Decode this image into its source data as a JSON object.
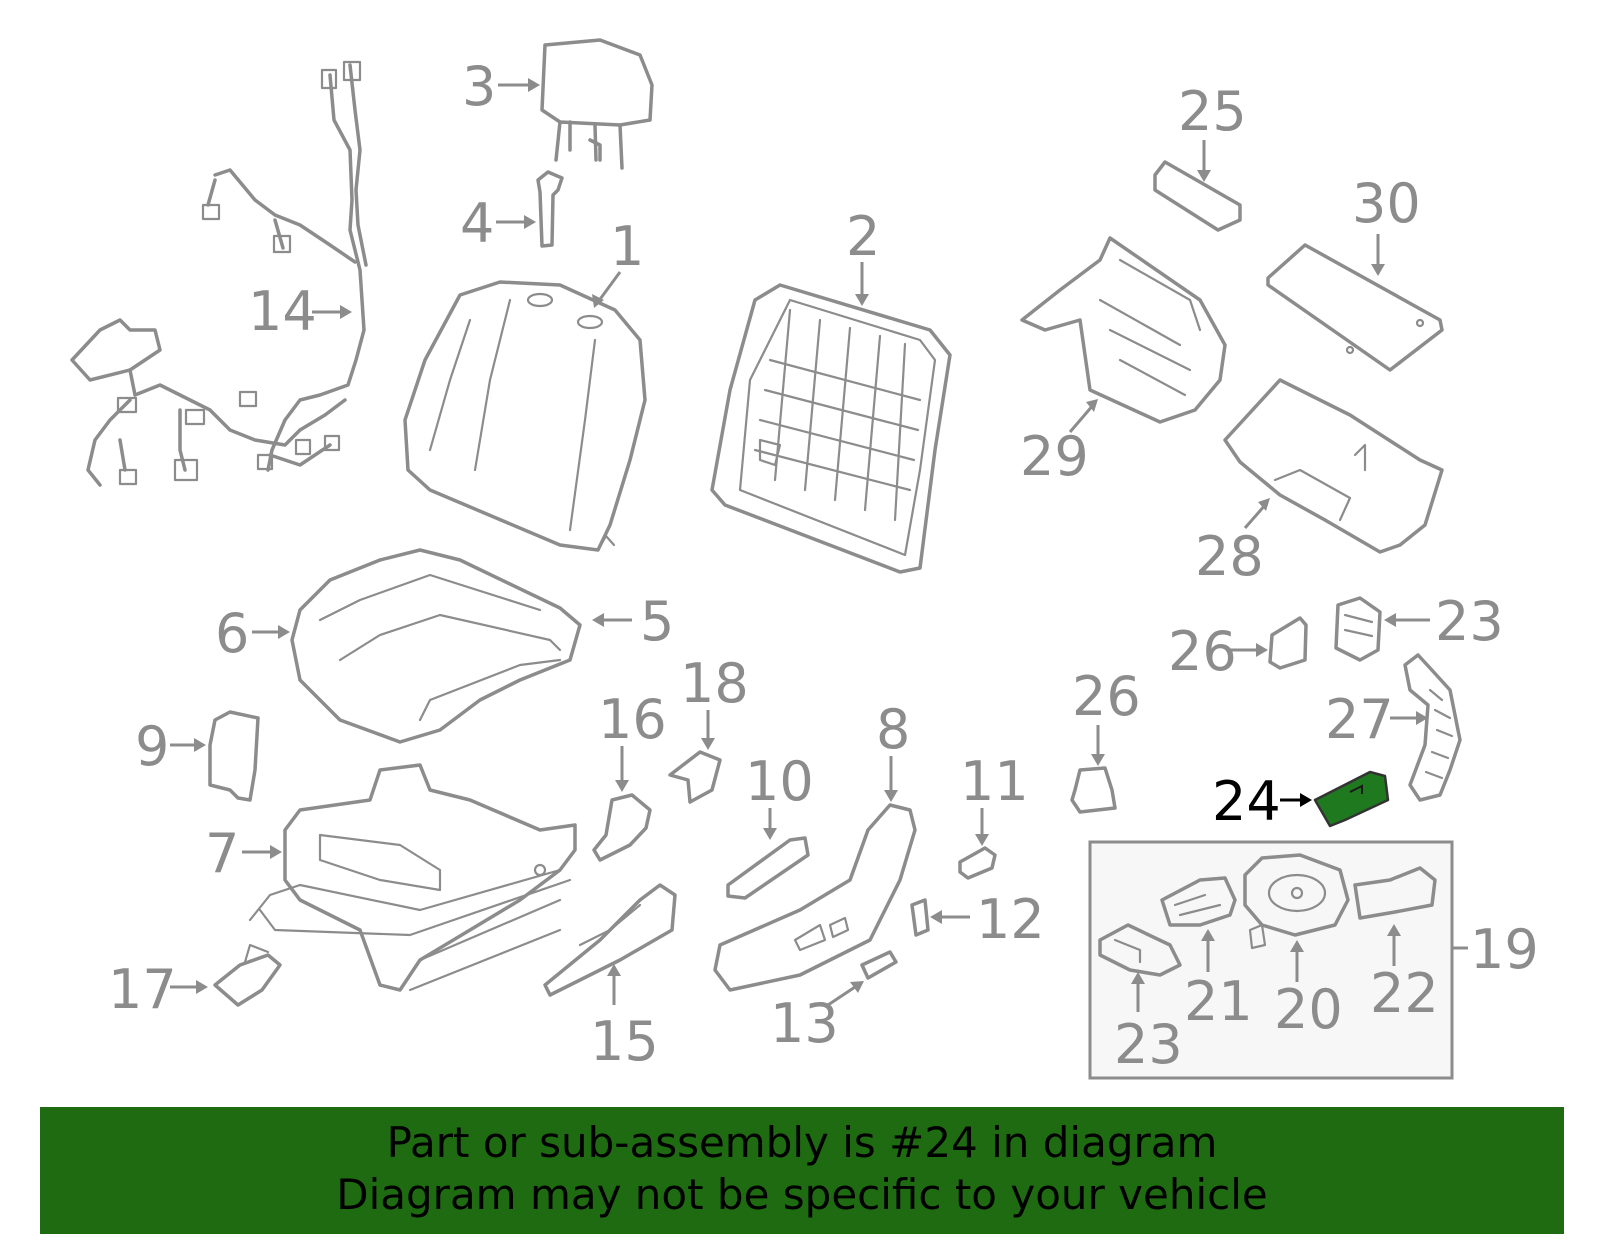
{
  "diagram": {
    "highlight_color": "#1f7a1f",
    "part_color": "#8c8c8c",
    "callouts": [
      {
        "id": "c1",
        "label": "1"
      },
      {
        "id": "c2",
        "label": "2"
      },
      {
        "id": "c3",
        "label": "3"
      },
      {
        "id": "c4",
        "label": "4"
      },
      {
        "id": "c5",
        "label": "5"
      },
      {
        "id": "c6",
        "label": "6"
      },
      {
        "id": "c7",
        "label": "7"
      },
      {
        "id": "c8",
        "label": "8"
      },
      {
        "id": "c9",
        "label": "9"
      },
      {
        "id": "c10",
        "label": "10"
      },
      {
        "id": "c11",
        "label": "11"
      },
      {
        "id": "c12",
        "label": "12"
      },
      {
        "id": "c13",
        "label": "13"
      },
      {
        "id": "c14",
        "label": "14"
      },
      {
        "id": "c15",
        "label": "15"
      },
      {
        "id": "c16",
        "label": "16"
      },
      {
        "id": "c17",
        "label": "17"
      },
      {
        "id": "c18",
        "label": "18"
      },
      {
        "id": "c19",
        "label": "19"
      },
      {
        "id": "c20",
        "label": "20"
      },
      {
        "id": "c21",
        "label": "21"
      },
      {
        "id": "c22",
        "label": "22"
      },
      {
        "id": "c23a",
        "label": "23"
      },
      {
        "id": "c23b",
        "label": "23"
      },
      {
        "id": "c24",
        "label": "24",
        "highlighted": true
      },
      {
        "id": "c25",
        "label": "25"
      },
      {
        "id": "c26a",
        "label": "26"
      },
      {
        "id": "c26b",
        "label": "26"
      },
      {
        "id": "c27",
        "label": "27"
      },
      {
        "id": "c28",
        "label": "28"
      },
      {
        "id": "c29",
        "label": "29"
      },
      {
        "id": "c30",
        "label": "30"
      }
    ]
  },
  "banner": {
    "background": "#1f6b12",
    "line1": "Part or sub-assembly is #24 in diagram",
    "line2": "Diagram may not be specific to your vehicle"
  }
}
